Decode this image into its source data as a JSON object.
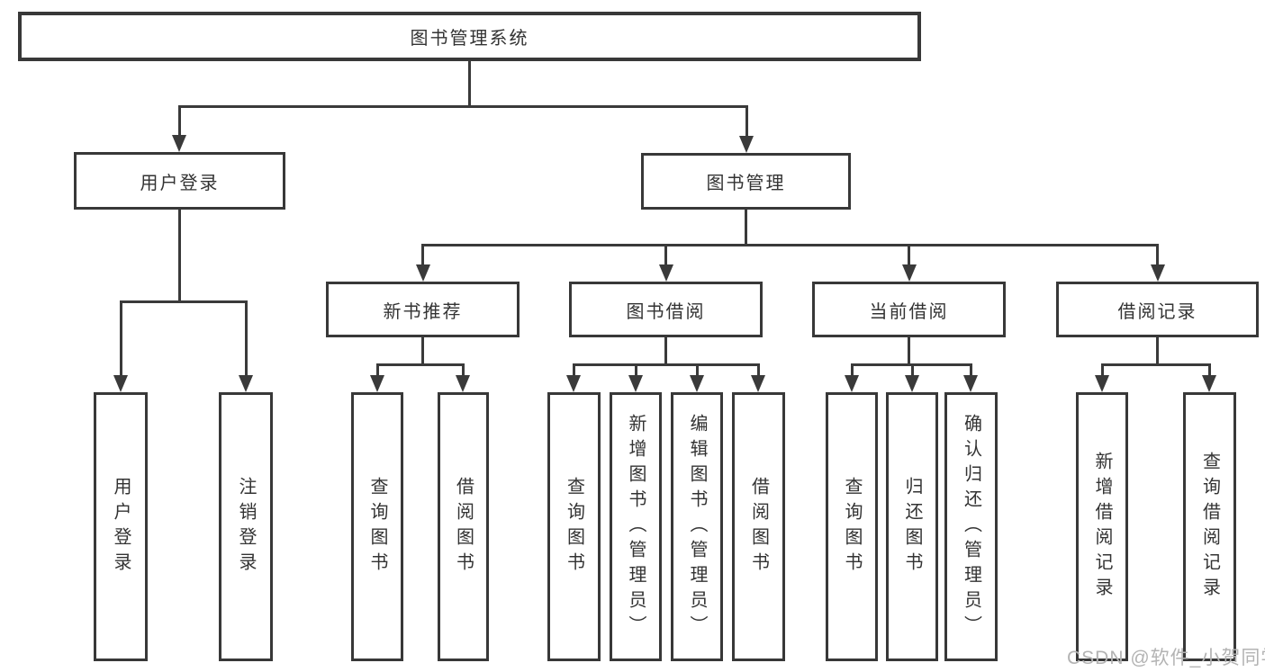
{
  "diagram": {
    "type": "hierarchy-tree",
    "orientation": "top-down",
    "colors": {
      "line": "#3a3a3a",
      "box_border": "#383838",
      "text": "#333333",
      "background": "#ffffff",
      "watermark_text_color": "#b3b3b3"
    },
    "watermark": "CSDN @软件_小贺同学",
    "tree": {
      "label": "图书管理系统",
      "children": [
        {
          "label": "用户登录",
          "children": [
            {
              "label": "用户登录"
            },
            {
              "label": "注销登录"
            }
          ]
        },
        {
          "label": "图书管理",
          "children": [
            {
              "label": "新书推荐",
              "children": [
                {
                  "label": "查询图书"
                },
                {
                  "label": "借阅图书"
                }
              ]
            },
            {
              "label": "图书借阅",
              "children": [
                {
                  "label": "查询图书"
                },
                {
                  "label": "新增图书（管理员）"
                },
                {
                  "label": "编辑图书（管理员）"
                },
                {
                  "label": "借阅图书"
                }
              ]
            },
            {
              "label": "当前借阅",
              "children": [
                {
                  "label": "查询图书"
                },
                {
                  "label": "归还图书"
                },
                {
                  "label": "确认归还（管理员）"
                }
              ]
            },
            {
              "label": "借阅记录",
              "children": [
                {
                  "label": "新增借阅记录"
                },
                {
                  "label": "查询借阅记录"
                }
              ]
            }
          ]
        }
      ]
    }
  }
}
